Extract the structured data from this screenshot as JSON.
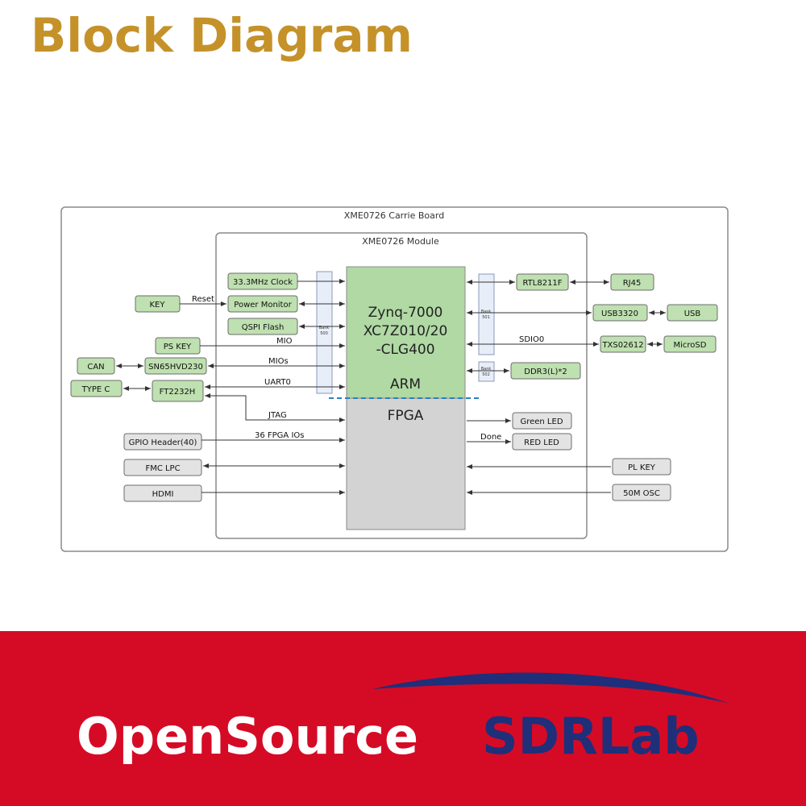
{
  "header": {
    "title": "Block Diagram"
  },
  "diagram": {
    "carrier_title": "XME0726 Carrie Board",
    "module_title": "XME0726 Module",
    "soc": {
      "line1": "Zynq-7000",
      "line2": "XC7Z010/20",
      "line3": "-CLG400",
      "arm": "ARM",
      "fpga": "FPGA"
    },
    "banks": {
      "b500": "Bank\n500",
      "b501": "Bank\n501",
      "b502": "Bank\n502"
    },
    "blocks": {
      "clock": "33.3MHz Clock",
      "power_monitor": "Power Monitor",
      "qspi_flash": "QSPI Flash",
      "key": "KEY",
      "ps_key": "PS KEY",
      "can": "CAN",
      "sn65": "SN65HVD230",
      "type_c": "TYPE C",
      "ft2232h": "FT2232H",
      "rtl8211f": "RTL8211F",
      "rj45": "RJ45",
      "usb3320": "USB3320",
      "usb": "USB",
      "txs02612": "TXS02612",
      "microsd": "MicroSD",
      "ddr3": "DDR3(L)*2",
      "gpio_header": "GPIO Header(40)",
      "fmc_lpc": "FMC LPC",
      "hdmi": "HDMI",
      "green_led": "Green LED",
      "red_led": "RED LED",
      "pl_key": "PL KEY",
      "osc": "50M OSC"
    },
    "labels": {
      "reset": "Reset",
      "mio": "MIO",
      "mios": "MIOs",
      "uart0": "UART0",
      "jtag": "JTAG",
      "fpga_ios": "36 FPGA IOs",
      "sdio0": "SDIO0",
      "done": "Done"
    }
  },
  "footer": {
    "logo_text_1": "OpenSource",
    "logo_text_2": "SDRLab"
  },
  "colors": {
    "title": "#c5922a",
    "green_block": "#bfe0b0",
    "gray_block": "#e3e3e3",
    "soc_green": "#b0d9a4",
    "soc_gray": "#d3d3d3",
    "bank_blue": "#e8eef8",
    "footer_red": "#d50b25",
    "logo_blue": "#1f2f7a"
  }
}
